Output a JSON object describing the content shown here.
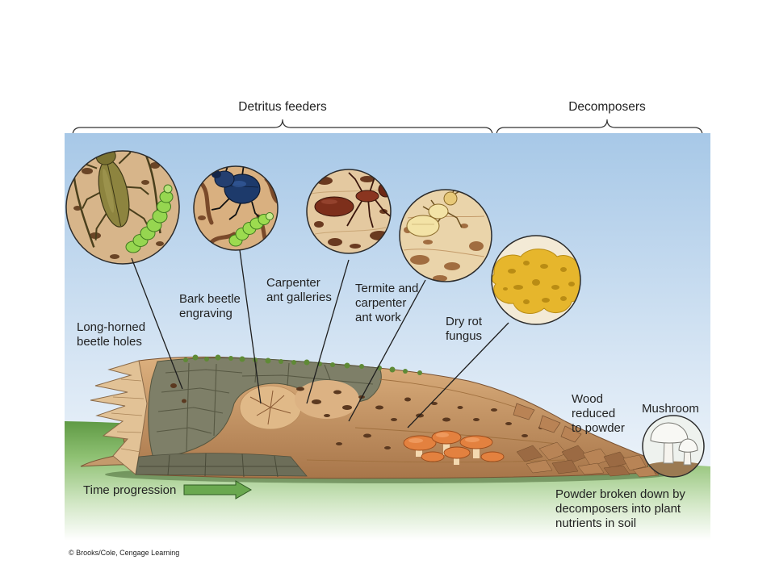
{
  "groups": {
    "detritus_feeders": "Detritus feeders",
    "decomposers": "Decomposers"
  },
  "labels": {
    "long_horned": [
      "Long-horned",
      "beetle holes"
    ],
    "bark_beetle": [
      "Bark beetle",
      "engraving"
    ],
    "carpenter_ant": [
      "Carpenter",
      "ant galleries"
    ],
    "termite": [
      "Termite and",
      "carpenter",
      "ant work"
    ],
    "dry_rot": [
      "Dry rot",
      "fungus"
    ],
    "wood_powder": [
      "Wood",
      "reduced",
      "to powder"
    ],
    "mushroom": "Mushroom",
    "powder": [
      "Powder broken down by",
      "decomposers into plant",
      "nutrients in soil"
    ]
  },
  "time_progression": "Time progression",
  "credit": "© Brooks/Cole, Cengage Learning",
  "colors": {
    "time_arrow": "#6aa84f"
  }
}
